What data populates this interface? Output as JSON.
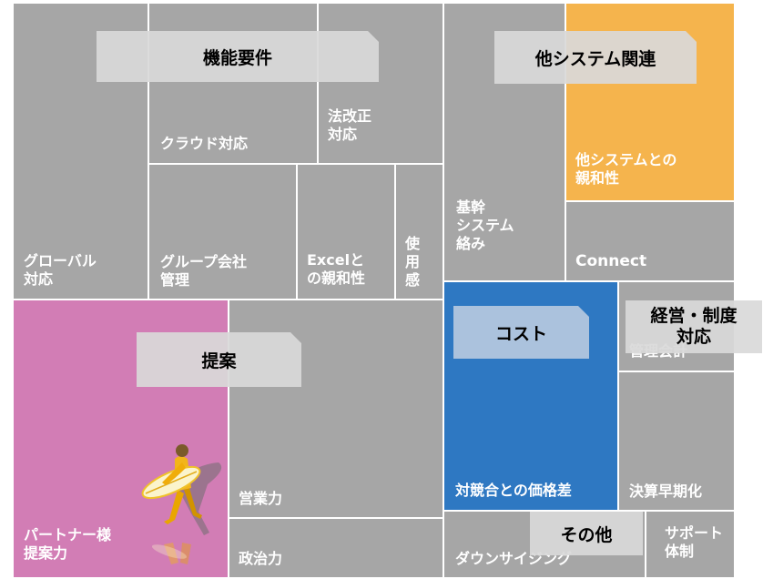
{
  "colors": {
    "gray": "#a6a6a6",
    "orange": "#f5b44d",
    "blue": "#2e78c2",
    "pink": "#d27db5",
    "white": "#ffffff",
    "tag": "#d9d9d9",
    "tag_blue": "#b2c6de"
  },
  "categories": {
    "functional": "機能要件",
    "other_systems": "他システム関連",
    "proposal": "提案",
    "cost": "コスト",
    "management": "経営・制度\n対応",
    "others": "その他"
  },
  "cells": {
    "global": "グローバル\n対応",
    "cloud": "クラウド対応",
    "law": "法改正\n対応",
    "group": "グループ会社\n管理",
    "excel": "Excelと\nの親和性",
    "usability": "使\n用\n感",
    "core": "基幹\nシステム\n絡み",
    "other_sys": "他システムとの\n親和性",
    "connect": "Connect",
    "partner": "パートナー様\n提案力",
    "sales": "営業力",
    "politics": "政治力",
    "price": "対競合との価格差",
    "mgmt_acct": "管理会計",
    "closing": "決算早期化",
    "downsizing": "ダウンサイジング",
    "support": "サポート\n体制"
  },
  "icons": {
    "figure": "surfer-with-surfboard-icon"
  }
}
